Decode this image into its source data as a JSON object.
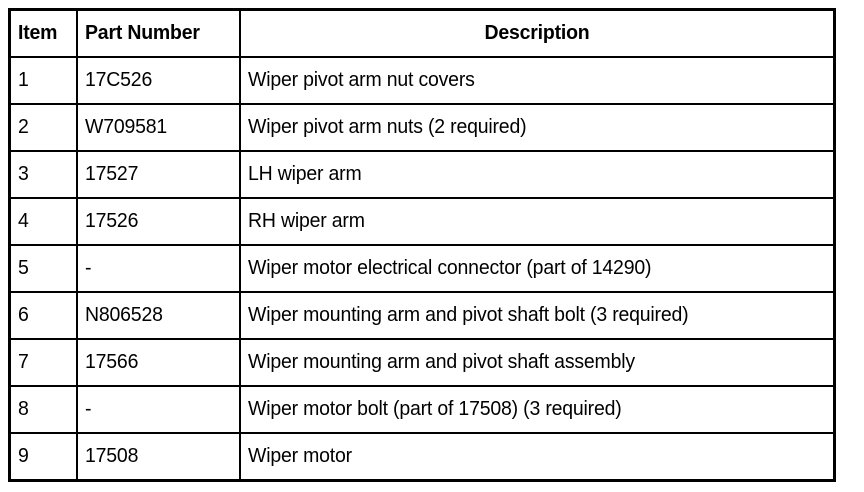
{
  "table": {
    "columns": [
      {
        "key": "item",
        "label": "Item",
        "align": "left"
      },
      {
        "key": "part_number",
        "label": "Part Number",
        "align": "left"
      },
      {
        "key": "description",
        "label": "Description",
        "align": "center"
      }
    ],
    "rows": [
      {
        "item": "1",
        "part_number": "17C526",
        "description": "Wiper pivot arm nut covers"
      },
      {
        "item": "2",
        "part_number": "W709581",
        "description": "Wiper pivot arm nuts (2 required)"
      },
      {
        "item": "3",
        "part_number": "17527",
        "description": "LH wiper arm"
      },
      {
        "item": "4",
        "part_number": "17526",
        "description": "RH wiper arm"
      },
      {
        "item": "5",
        "part_number": "-",
        "description": "Wiper motor electrical connector (part of 14290)"
      },
      {
        "item": "6",
        "part_number": "N806528",
        "description": "Wiper mounting arm and pivot shaft bolt (3 required)"
      },
      {
        "item": "7",
        "part_number": "17566",
        "description": "Wiper mounting arm and pivot shaft assembly"
      },
      {
        "item": "8",
        "part_number": "-",
        "description": "Wiper motor bolt (part of 17508) (3 required)"
      },
      {
        "item": "9",
        "part_number": "17508",
        "description": "Wiper motor"
      }
    ]
  },
  "colors": {
    "border": "#000000",
    "text": "#000000",
    "cell_background": "#ffffff",
    "page_background": "#ffffff"
  }
}
